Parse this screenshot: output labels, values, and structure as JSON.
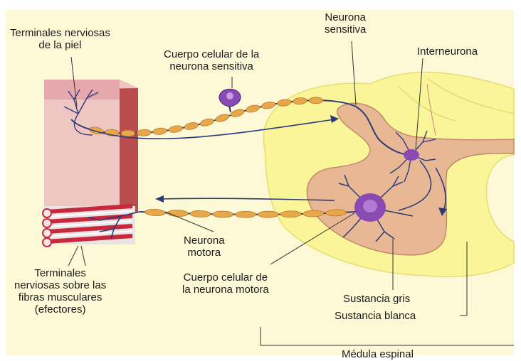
{
  "labels": {
    "skin_terminals": [
      "Terminales nerviosas",
      "de la piel"
    ],
    "sensory_cell_body": [
      "Cuerpo celular de la",
      "neurona sensitiva"
    ],
    "sensory_neuron": [
      "Neurona",
      "sensitiva"
    ],
    "interneuron": "Interneurona",
    "motor_neuron": [
      "Neurona",
      "motora"
    ],
    "motor_cell_body": [
      "Cuerpo celular de",
      "la neurona motora"
    ],
    "muscle_terminals": [
      "Terminales",
      "nerviosas sobre las",
      "fibras musculares",
      "(efectores)"
    ],
    "gray_matter": "Sustancia gris",
    "white_matter": "Sustancia blanca",
    "spinal_cord": "Médula espinal"
  },
  "colors": {
    "background": "#fdf8d6",
    "white_matter": "#fbf59a",
    "gray_matter": "#e8b894",
    "skin": "#eec6c2",
    "skin_side": "#b84d4d",
    "myelin": "#e8a84a",
    "axon": "#2c3a7a",
    "cell_body": "#8a4ab4",
    "muscle_red": "#c8283c"
  }
}
